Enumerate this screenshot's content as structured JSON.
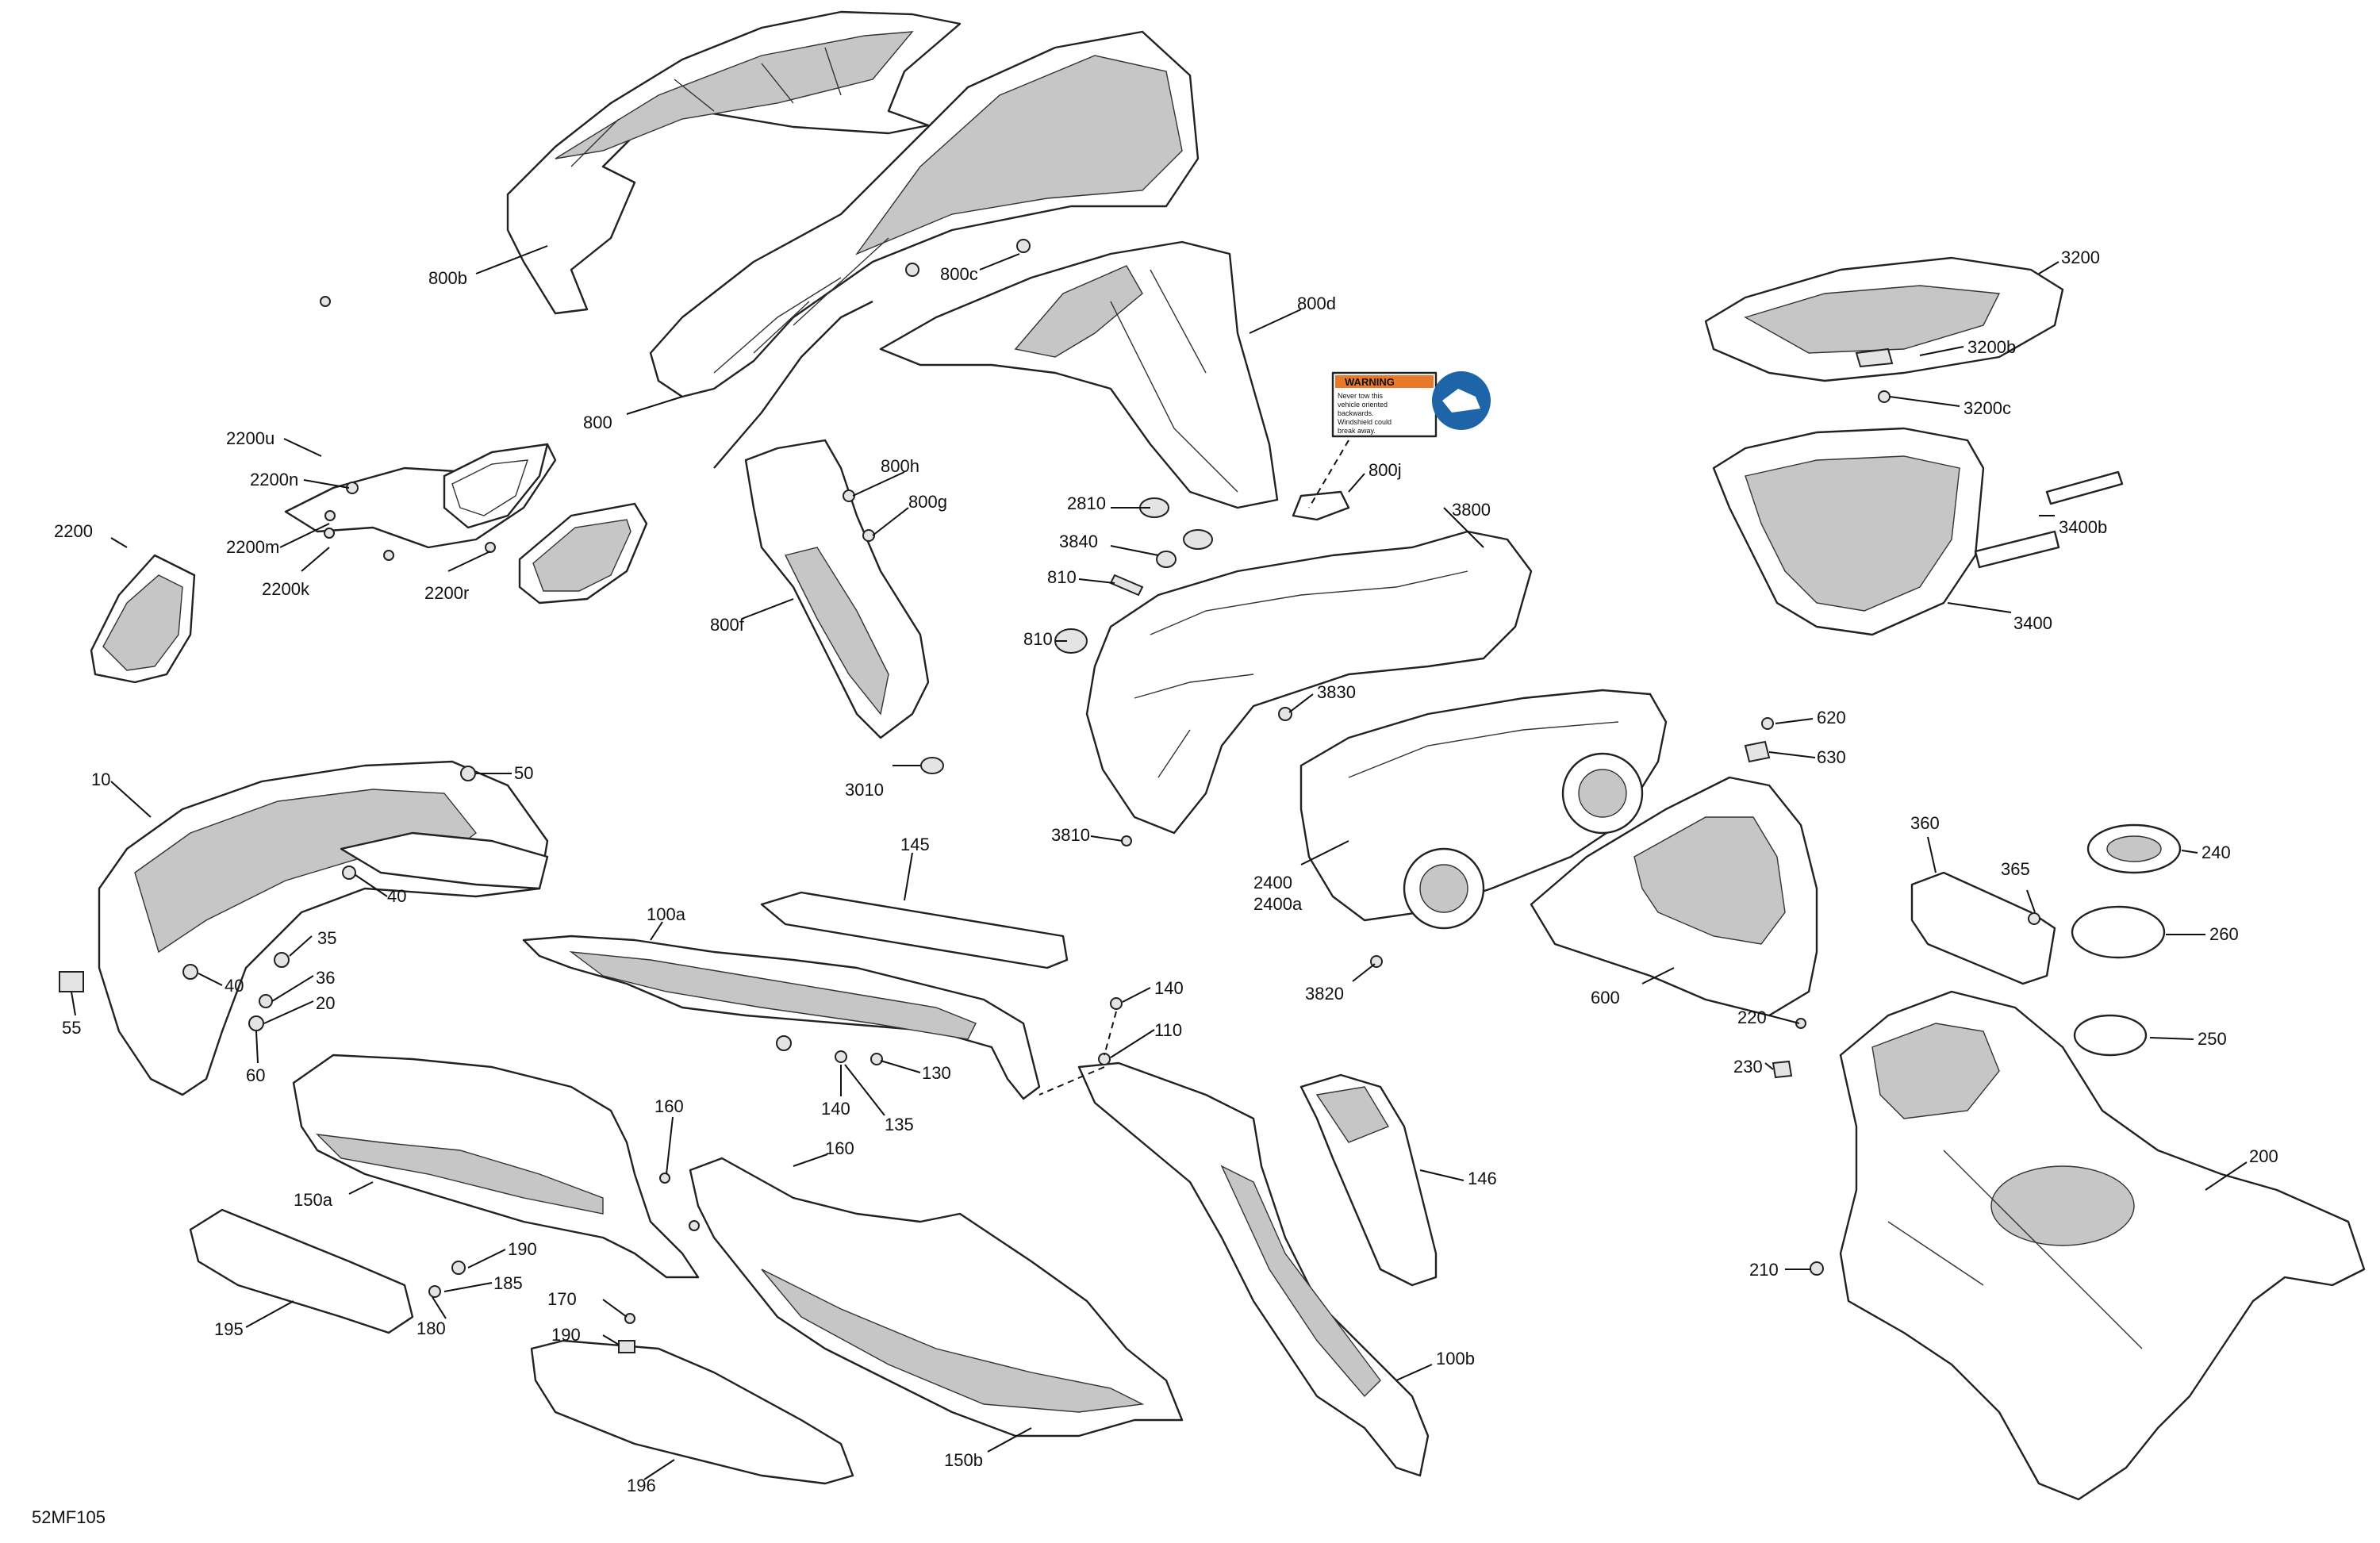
{
  "figure_code": "52MF105",
  "decal": {
    "header": "WARNING",
    "text_lines": [
      "Never tow this",
      "vehicle oriented",
      "backwards.",
      "Windshield could",
      "break away."
    ]
  },
  "callouts": [
    {
      "id": "800b",
      "text": "800b"
    },
    {
      "id": "800c",
      "text": "800c"
    },
    {
      "id": "800d",
      "text": "800d"
    },
    {
      "id": "800",
      "text": "800"
    },
    {
      "id": "800h",
      "text": "800h"
    },
    {
      "id": "800g",
      "text": "800g"
    },
    {
      "id": "800f",
      "text": "800f"
    },
    {
      "id": "800j",
      "text": "800j"
    },
    {
      "id": "2200u",
      "text": "2200u"
    },
    {
      "id": "2200n",
      "text": "2200n"
    },
    {
      "id": "2200",
      "text": "2200"
    },
    {
      "id": "2200m",
      "text": "2200m"
    },
    {
      "id": "2200k",
      "text": "2200k"
    },
    {
      "id": "2200r",
      "text": "2200r"
    },
    {
      "id": "2810",
      "text": "2810"
    },
    {
      "id": "3840",
      "text": "3840"
    },
    {
      "id": "810a",
      "text": "810"
    },
    {
      "id": "810b",
      "text": "810"
    },
    {
      "id": "3800",
      "text": "3800"
    },
    {
      "id": "3830",
      "text": "3830"
    },
    {
      "id": "3010",
      "text": "3010"
    },
    {
      "id": "3810",
      "text": "3810"
    },
    {
      "id": "3200",
      "text": "3200"
    },
    {
      "id": "3200b",
      "text": "3200b"
    },
    {
      "id": "3200c",
      "text": "3200c"
    },
    {
      "id": "3400b",
      "text": "3400b"
    },
    {
      "id": "3400",
      "text": "3400"
    },
    {
      "id": "10",
      "text": "10"
    },
    {
      "id": "50",
      "text": "50"
    },
    {
      "id": "40a",
      "text": "40"
    },
    {
      "id": "35",
      "text": "35"
    },
    {
      "id": "36",
      "text": "36"
    },
    {
      "id": "40b",
      "text": "40"
    },
    {
      "id": "20",
      "text": "20"
    },
    {
      "id": "55",
      "text": "55"
    },
    {
      "id": "60",
      "text": "60"
    },
    {
      "id": "145",
      "text": "145"
    },
    {
      "id": "100a",
      "text": "100a"
    },
    {
      "id": "140a",
      "text": "140"
    },
    {
      "id": "110",
      "text": "110"
    },
    {
      "id": "130",
      "text": "130"
    },
    {
      "id": "140b",
      "text": "140"
    },
    {
      "id": "135",
      "text": "135"
    },
    {
      "id": "2400",
      "text": "2400"
    },
    {
      "id": "2400a",
      "text": "2400a"
    },
    {
      "id": "3820",
      "text": "3820"
    },
    {
      "id": "620",
      "text": "620"
    },
    {
      "id": "630",
      "text": "630"
    },
    {
      "id": "600",
      "text": "600"
    },
    {
      "id": "360",
      "text": "360"
    },
    {
      "id": "365",
      "text": "365"
    },
    {
      "id": "240",
      "text": "240"
    },
    {
      "id": "260",
      "text": "260"
    },
    {
      "id": "250",
      "text": "250"
    },
    {
      "id": "220",
      "text": "220"
    },
    {
      "id": "230",
      "text": "230"
    },
    {
      "id": "200",
      "text": "200"
    },
    {
      "id": "210",
      "text": "210"
    },
    {
      "id": "160a",
      "text": "160"
    },
    {
      "id": "160b",
      "text": "160"
    },
    {
      "id": "150a",
      "text": "150a"
    },
    {
      "id": "190a",
      "text": "190"
    },
    {
      "id": "185",
      "text": "185"
    },
    {
      "id": "180",
      "text": "180"
    },
    {
      "id": "170",
      "text": "170"
    },
    {
      "id": "190b",
      "text": "190"
    },
    {
      "id": "195",
      "text": "195"
    },
    {
      "id": "146",
      "text": "146"
    },
    {
      "id": "100b",
      "text": "100b"
    },
    {
      "id": "150b",
      "text": "150b"
    },
    {
      "id": "196",
      "text": "196"
    }
  ]
}
